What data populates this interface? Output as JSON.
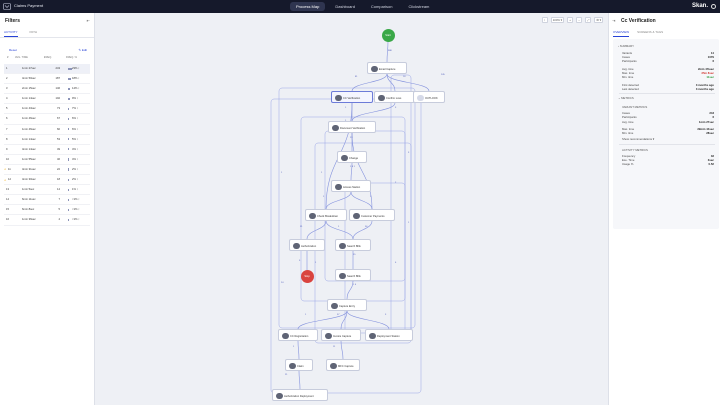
{
  "app": {
    "title": "Claims Payment",
    "brand": "Skan."
  },
  "nav": {
    "tabs": [
      "Process Map",
      "Dashboard",
      "Comparison",
      "Clickstream"
    ],
    "active": "Process Map"
  },
  "filters": {
    "title": "Filters",
    "tabs": [
      "ACTIVITY",
      "PATH"
    ],
    "reset": "Reset",
    "edit": "Edit",
    "columns": {
      "num": "#",
      "avg_time": "AVG. TIME",
      "freq": "FREQ.",
      "freq_pct": "FREQ. %"
    },
    "rows": [
      {
        "num": "1",
        "avg": "1min 27sec",
        "freq": "243",
        "pct": "23% ↕",
        "bar": 1.0,
        "sel": true
      },
      {
        "num": "2",
        "avg": "4min 50sec",
        "freq": "187",
        "pct": "18% ↕",
        "bar": 0.78
      },
      {
        "num": "3",
        "avg": "2min 15sec",
        "freq": "146",
        "pct": "14% ↕",
        "bar": 0.6
      },
      {
        "num": "4",
        "avg": "1min 14sec",
        "freq": "102",
        "pct": "9% ↕",
        "bar": 0.42
      },
      {
        "num": "5",
        "avg": "1min 43sec",
        "freq": "73",
        "pct": "7% ↕",
        "bar": 0.3
      },
      {
        "num": "6",
        "avg": "1min 46sec",
        "freq": "67",
        "pct": "6% ↕",
        "bar": 0.27
      },
      {
        "num": "7",
        "avg": "1min 46sec",
        "freq": "60",
        "pct": "6% ↕",
        "bar": 0.25
      },
      {
        "num": "8",
        "avg": "1min 14sec",
        "freq": "53",
        "pct": "5% ↕",
        "bar": 0.22
      },
      {
        "num": "9",
        "avg": "4min 14sec",
        "freq": "49",
        "pct": "4% ↕",
        "bar": 0.2
      },
      {
        "num": "10",
        "avg": "1min 55sec",
        "freq": "46",
        "pct": "4% ↕",
        "bar": 0.19
      },
      {
        "num": "11",
        "avg": "4min 31sec",
        "freq": "22",
        "pct": "2% ↕",
        "bar": 0.1,
        "flag": true
      },
      {
        "num": "12",
        "avg": "4min 30sec",
        "freq": "18",
        "pct": "2% ↕",
        "bar": 0.08,
        "flag": true
      },
      {
        "num": "13",
        "avg": "1min 5sec",
        "freq": "14",
        "pct": "1% ↕",
        "bar": 0.06
      },
      {
        "num": "14",
        "avg": "6min 11sec",
        "freq": "7",
        "pct": "<1% ↕",
        "bar": 0.03
      },
      {
        "num": "15",
        "avg": "6min 8sec",
        "freq": "5",
        "pct": "<1% ↕",
        "bar": 0.02
      },
      {
        "num": "16",
        "avg": "1min 36sec",
        "freq": "4",
        "pct": "<1% ↕",
        "bar": 0.02
      }
    ]
  },
  "canvas": {
    "tools": [
      "↕",
      "100% ▾",
      "+",
      "−",
      "⤢",
      "⚙ ▾"
    ],
    "start": "Start",
    "stop": "Stop",
    "nodes": {
      "n_email": "Email Capture",
      "n_ccv": "CC Verification",
      "n_confirm": "Confirm Loss",
      "n_outlook": "OUTLOOK",
      "n_docv": "Document Verification",
      "n_change": "Change",
      "n_access": "Access Station",
      "n_check": "Check Breakdown",
      "n_cust": "Customer Payments",
      "n_auth": "Authorization",
      "n_s1": "Search Bills",
      "n_s2": "Search Bills",
      "n_capture": "Capture Entry",
      "n_cc": "CC Registration",
      "n_inv": "Invoice Capture",
      "n_pay": "Deployment Station",
      "n_claim": "Claim",
      "n_mfc": "MFC Capture",
      "n_authd": "Authorization Deployment"
    },
    "edge_labels": [
      "988",
      "81",
      "18",
      "245",
      "1",
      "3",
      "23",
      "1 8 1",
      "1",
      "1",
      "31",
      "1",
      "36",
      "5",
      "15",
      "1 4",
      "1",
      "37",
      "3",
      "1",
      "11",
      "21",
      "1",
      "3",
      "1",
      "24",
      "1",
      "6",
      "1",
      "2",
      "1"
    ]
  },
  "details": {
    "title": "Cc Verification",
    "tabs": [
      "OVERVIEW",
      "SCREENS & TAGS"
    ],
    "summary_title": "SUMMARY",
    "summary": [
      {
        "k": "Variants",
        "v": "14",
        "style": ""
      },
      {
        "k": "Cases",
        "v": "1079",
        "style": ""
      },
      {
        "k": "Participants",
        "v": "6",
        "style": ""
      },
      {
        "k": "Avg. time",
        "v": "2min 4%sec",
        "style": ""
      },
      {
        "k": "Max. time",
        "v": "35m 8sec",
        "style": "red"
      },
      {
        "k": "Min. time",
        "v": "11sec",
        "style": "green"
      },
      {
        "k": "First detected",
        "v": "3 months ago",
        "style": ""
      },
      {
        "k": "Last detected",
        "v": "3 months ago",
        "style": ""
      }
    ],
    "metrics_title": "METRICS",
    "variant_title": "VARIANT METRICS",
    "variant": [
      {
        "k": "Cases",
        "v": "243",
        "style": ""
      },
      {
        "k": "Participants",
        "v": "6",
        "style": ""
      },
      {
        "k": "Avg. time",
        "v": "1min 27sec",
        "style": ""
      },
      {
        "k": "Max. time",
        "v": "29min 44sec",
        "style": ""
      },
      {
        "k": "Min. time",
        "v": "28sec",
        "style": ""
      }
    ],
    "recommend": "Show recommendations ▾",
    "activity_title": "ACTIVITY METRICS",
    "activity": [
      {
        "k": "Frequency",
        "v": "33",
        "style": ""
      },
      {
        "k": "Exe. Time",
        "v": "3sec",
        "style": ""
      },
      {
        "k": "Usage %",
        "v": "0.52",
        "style": ""
      }
    ]
  }
}
